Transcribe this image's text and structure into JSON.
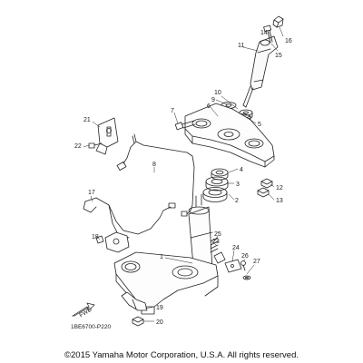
{
  "diagram": {
    "callouts": [
      "1",
      "2",
      "3",
      "4",
      "5",
      "6",
      "7",
      "8",
      "9",
      "10",
      "11",
      "12",
      "13",
      "14",
      "15",
      "16",
      "17",
      "18",
      "19",
      "20",
      "21",
      "22",
      "23",
      "24",
      "25",
      "26",
      "27"
    ],
    "fwd_label": "FWD",
    "page_code": "1BE6700-P220",
    "copyright": "©2015 Yamaha Motor Corporation, U.S.A. All rights reserved."
  }
}
